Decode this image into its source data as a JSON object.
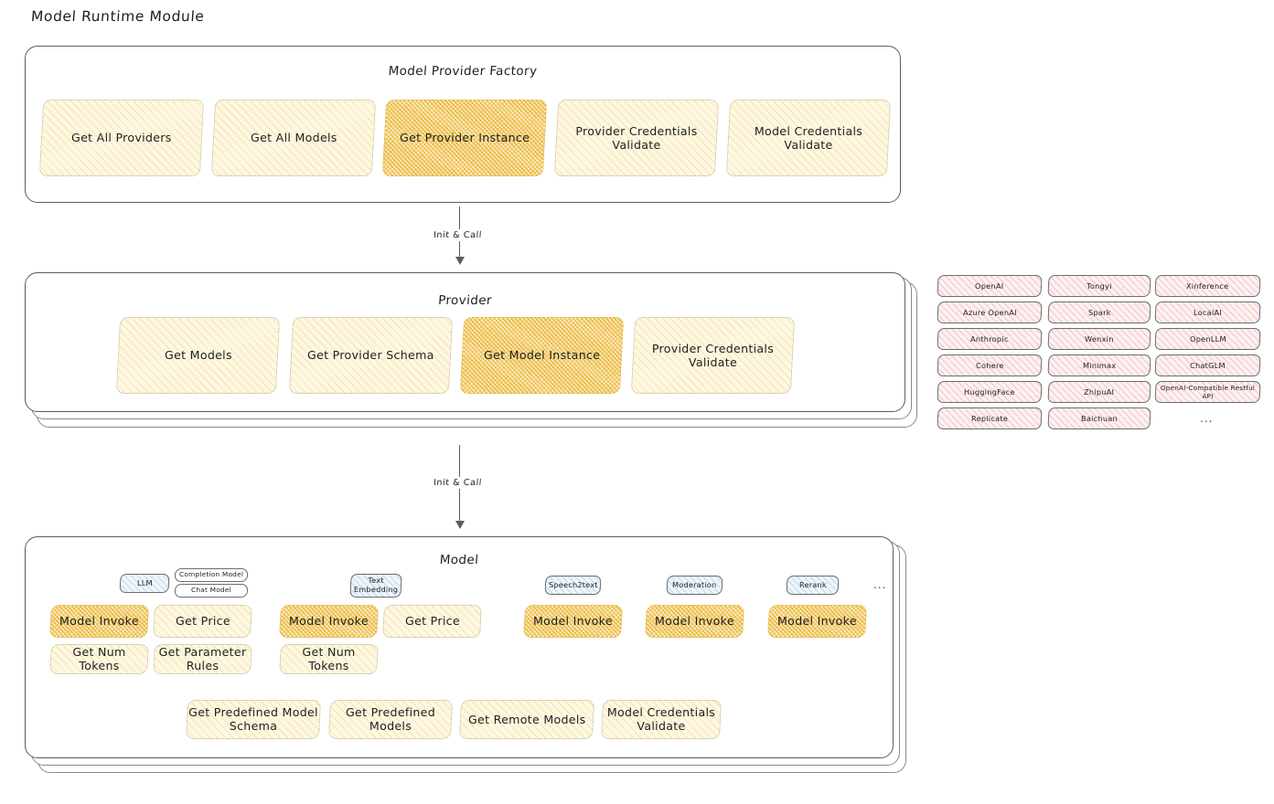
{
  "page": {
    "title": "Model Runtime Module"
  },
  "colors": {
    "stroke": "#5c5c5c",
    "node_fill": "#fdf8e4",
    "node_highlight_fill": "#fbeec4",
    "chip_fill": "#fdf0f0",
    "badge_fill": "#eef5fb",
    "text": "#1e1e1e"
  },
  "factory": {
    "title": "Model Provider Factory",
    "nodes": [
      {
        "label": "Get All Providers",
        "highlight": false
      },
      {
        "label": "Get All Models",
        "highlight": false
      },
      {
        "label": "Get Provider Instance",
        "highlight": true
      },
      {
        "label": "Provider Credentials Validate",
        "highlight": false
      },
      {
        "label": "Model Credentials Validate",
        "highlight": false
      }
    ]
  },
  "connector_top": {
    "label": "Init & Call"
  },
  "provider": {
    "title": "Provider",
    "nodes": [
      {
        "label": "Get Models",
        "highlight": false
      },
      {
        "label": "Get Provider Schema",
        "highlight": false
      },
      {
        "label": "Get Model Instance",
        "highlight": true
      },
      {
        "label": "Provider Credentials Validate",
        "highlight": false
      }
    ]
  },
  "connector_bottom": {
    "label": "Init & Call"
  },
  "provider_list": {
    "columns": [
      {
        "items": [
          "OpenAI",
          "Azure OpenAI",
          "Anthropic",
          "Cohere",
          "HuggingFace",
          "Replicate"
        ]
      },
      {
        "items": [
          "Tongyi",
          "Spark",
          "Wenxin",
          "Minimax",
          "ZhipuAI",
          "Baichuan"
        ]
      },
      {
        "items": [
          "Xinference",
          "LocalAI",
          "OpenLLM",
          "ChatGLM",
          "OpenAI-Compatible Restful API"
        ]
      }
    ],
    "more": "..."
  },
  "model": {
    "title": "Model",
    "more": "...",
    "types": [
      {
        "name": "LLM",
        "sub_badges": [
          "Completion Model",
          "Chat Model"
        ],
        "nodes": [
          {
            "label": "Model Invoke",
            "highlight": true
          },
          {
            "label": "Get Price",
            "highlight": false
          },
          {
            "label": "Get Num Tokens",
            "highlight": false
          },
          {
            "label": "Get Parameter Rules",
            "highlight": false
          }
        ]
      },
      {
        "name": "Text Embedding",
        "sub_badges": [],
        "nodes": [
          {
            "label": "Model Invoke",
            "highlight": true
          },
          {
            "label": "Get Price",
            "highlight": false
          },
          {
            "label": "Get Num Tokens",
            "highlight": false
          }
        ]
      },
      {
        "name": "Speech2text",
        "sub_badges": [],
        "nodes": [
          {
            "label": "Model Invoke",
            "highlight": true
          }
        ]
      },
      {
        "name": "Moderation",
        "sub_badges": [],
        "nodes": [
          {
            "label": "Model Invoke",
            "highlight": true
          }
        ]
      },
      {
        "name": "Rerank",
        "sub_badges": [],
        "nodes": [
          {
            "label": "Model Invoke",
            "highlight": true
          }
        ]
      }
    ],
    "common_nodes": [
      {
        "label": "Get Predefined Model Schema",
        "highlight": false
      },
      {
        "label": "Get Predefined Models",
        "highlight": false
      },
      {
        "label": "Get Remote Models",
        "highlight": false
      },
      {
        "label": "Model Credentials Validate",
        "highlight": false
      }
    ]
  }
}
